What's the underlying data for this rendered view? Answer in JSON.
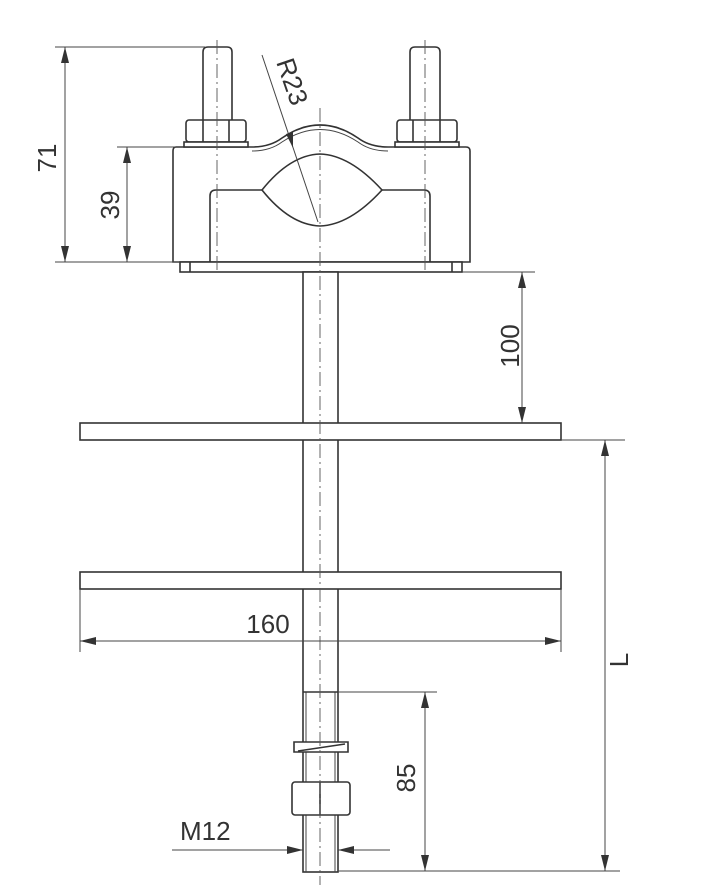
{
  "drawing": {
    "dimensions": {
      "overall_height": "71",
      "clamp_height": "39",
      "radius": "R23",
      "plate_offset": "100",
      "plate_width": "160",
      "length": "L",
      "thread_length": "85",
      "thread_size": "M12"
    }
  }
}
